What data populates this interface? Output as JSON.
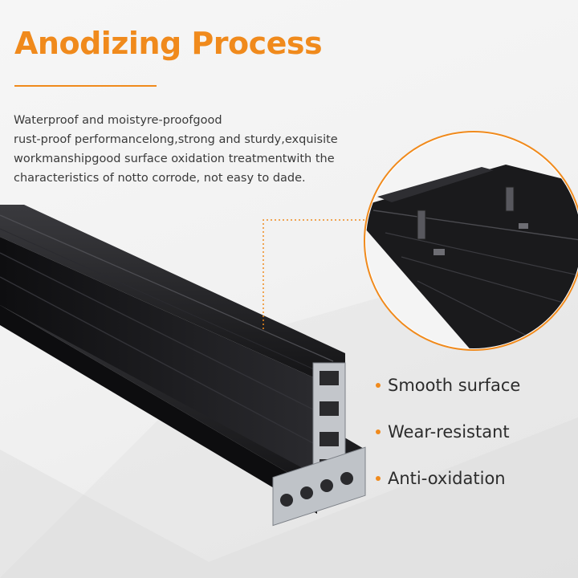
{
  "heading": {
    "title": "Anodizing Process"
  },
  "description": {
    "lines": [
      "Waterproof and moistyre-proofgood",
      "rust-proof performancelong,strong and sturdy,exquisite",
      "workmanshipgood surface oxidation treatmentwith the",
      "characteristics of notto corrode, not easy to dade."
    ]
  },
  "features": [
    {
      "label": "Smooth surface"
    },
    {
      "label": "Wear-resistant"
    },
    {
      "label": "Anti-oxidation"
    }
  ],
  "colors": {
    "accent": "#f08a1c",
    "text": "#3a3a3a",
    "extrusion": "#1c1c1e",
    "extrusion_edge": "#3c3c40",
    "aluminum": "#b8bcc2",
    "zoom_ring": "#f08a1c",
    "leader_line": "#f08a1c"
  },
  "icons": {
    "bullet": "orange-dot-bullet",
    "zoom": "magnifier-detail-circle"
  }
}
